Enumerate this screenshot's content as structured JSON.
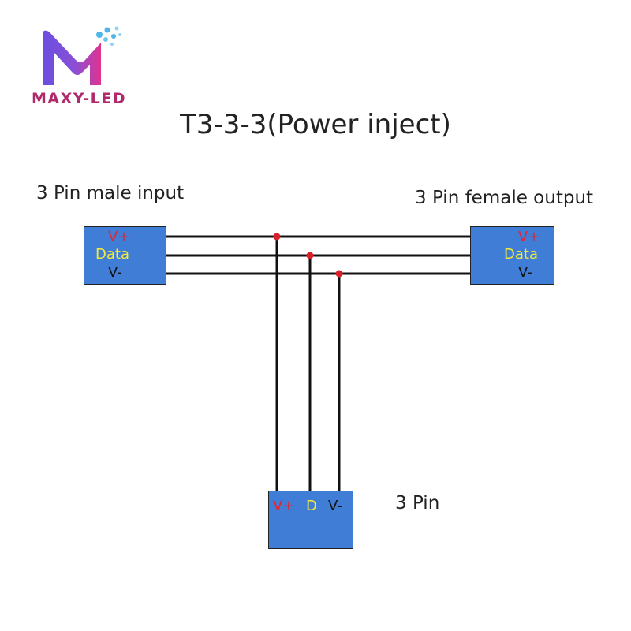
{
  "logo": {
    "brand": "MAXY-LED"
  },
  "title": "T3-3-3(Power inject)",
  "labels": {
    "input": "3 Pin male input",
    "output": "3 Pin female output",
    "bottom": "3 Pin"
  },
  "connectors": {
    "input": {
      "pins": [
        "V+",
        "Data",
        "V-"
      ]
    },
    "output": {
      "pins": [
        "V+",
        "Data",
        "V-"
      ]
    },
    "bottom": {
      "pins": [
        "V+",
        "D",
        "V-"
      ]
    }
  },
  "colors": {
    "box_fill": "#3f7dd6",
    "wire": "#111111",
    "junction": "#d91f2a",
    "pin_vplus": "#e1262e",
    "pin_data": "#f2ea3a",
    "pin_vminus": "#111111",
    "brand": "#b02a6b"
  }
}
